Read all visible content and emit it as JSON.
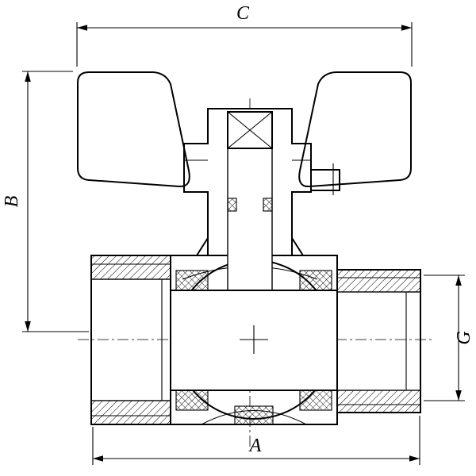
{
  "drawing": {
    "type": "technical-drawing",
    "subject": "ball valve with butterfly handle, cross-section",
    "dimensions": {
      "top": "C",
      "left": "B",
      "bottom": "A",
      "right": "G"
    },
    "colors": {
      "line": "#000000",
      "background": "#ffffff"
    }
  }
}
